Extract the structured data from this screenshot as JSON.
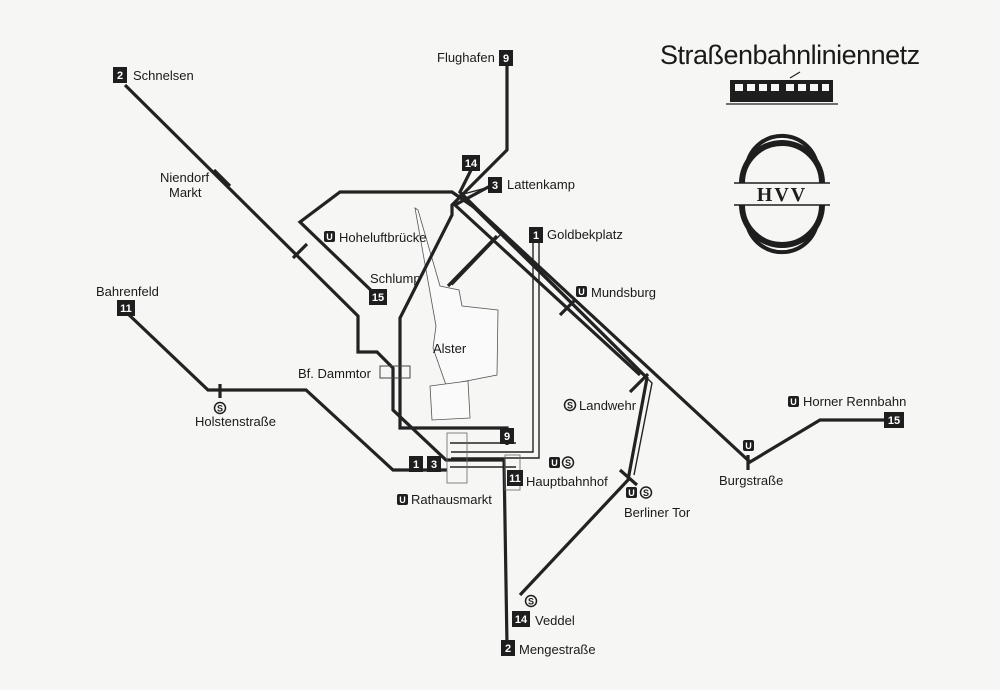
{
  "title": "Straßenbahnliniennetz",
  "logo_text": "HVV",
  "lake_label": "Alster",
  "labels": {
    "schnelsen": "Schnelsen",
    "flughafen": "Flughafen",
    "niendorf_1": "Niendorf",
    "niendorf_2": "Markt",
    "lattenkamp": "Lattenkamp",
    "hoheluftbruecke": "Hoheluftbrücke",
    "goldbekplatz": "Goldbekplatz",
    "schlump": "Schlump",
    "bahrenfeld": "Bahrenfeld",
    "mundsburg": "Mundsburg",
    "alster": "Alster",
    "bf_dammtor": "Bf. Dammtor",
    "landwehr": "Landwehr",
    "holstenstrasse": "Holstenstraße",
    "horner_rennbahn": "Horner Rennbahn",
    "hauptbahnhof": "Hauptbahnhof",
    "rathausmarkt": "Rathausmarkt",
    "burgstrasse": "Burgstraße",
    "berliner_tor": "Berliner Tor",
    "veddel": "Veddel",
    "mengestrasse": "Mengestraße"
  },
  "line_numbers": {
    "schnelsen": "2",
    "flughafen": "9",
    "top14": "14",
    "lattenkamp": "3",
    "goldbekplatz": "1",
    "schlump": "15",
    "bahrenfeld": "11",
    "hbf9": "9",
    "rath1": "1",
    "rath3": "3",
    "hbf11": "11",
    "horner": "15",
    "veddel": "14",
    "menge": "2"
  },
  "symbols": {
    "u": "U",
    "s": "S"
  }
}
